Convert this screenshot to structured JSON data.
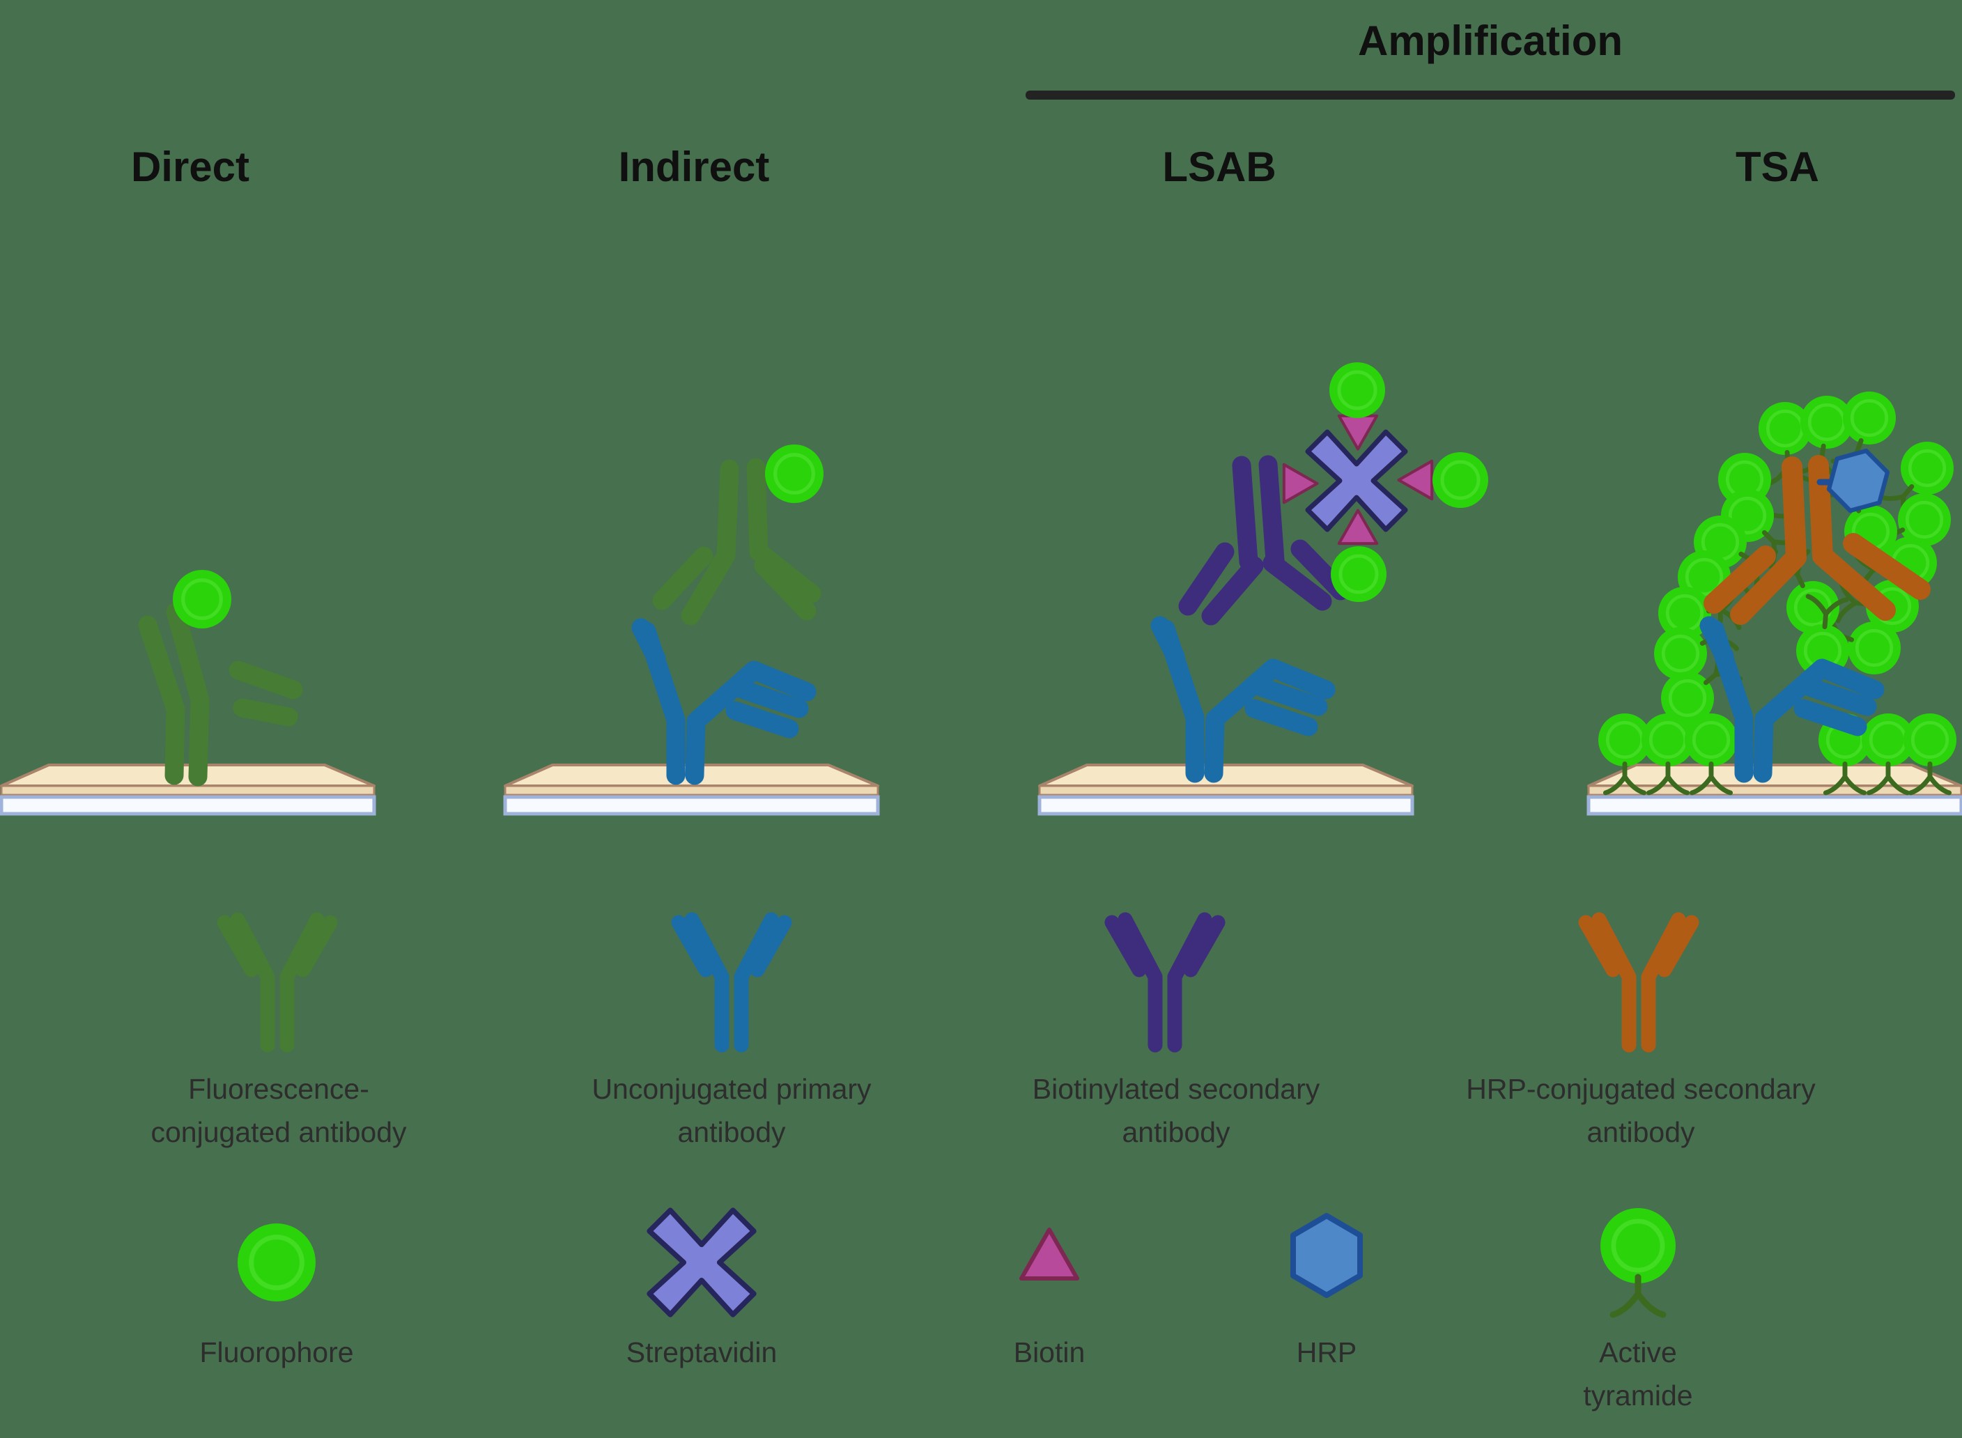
{
  "columns": {
    "direct": "Direct",
    "indirect": "Indirect",
    "lsab": "LSAB",
    "tsa": "TSA"
  },
  "amplification": {
    "label": "Amplification"
  },
  "legend_antibodies": [
    {
      "id": "fluorescence-conjugated-antibody",
      "line1": "Fluorescence-",
      "line2": "conjugated antibody"
    },
    {
      "id": "unconjugated-primary-antibody",
      "line1": "Unconjugated primary",
      "line2": "antibody"
    },
    {
      "id": "biotinylated-secondary-antibody",
      "line1": "Biotinylated secondary",
      "line2": "antibody"
    },
    {
      "id": "hrp-conjugated-secondary-antibody",
      "line1": "HRP-conjugated secondary",
      "line2": "antibody"
    }
  ],
  "legend_molecules": [
    {
      "id": "fluorophore",
      "line1": "Fluorophore",
      "line2": ""
    },
    {
      "id": "streptavidin",
      "line1": "Streptavidin",
      "line2": ""
    },
    {
      "id": "biotin",
      "line1": "Biotin",
      "line2": ""
    },
    {
      "id": "hrp",
      "line1": "HRP",
      "line2": ""
    },
    {
      "id": "active-tyramide",
      "line1": "Active",
      "line2": "tyramide"
    }
  ],
  "palette": {
    "background": "#47704f",
    "text": "#2d2d2d",
    "title": "#101010",
    "divider": "#232323",
    "antibody_green": "#477c34",
    "antibody_blue": "#1a6da7",
    "antibody_purple": "#3e2c7c",
    "antibody_orange": "#b05c14",
    "fluorophore": "#2bd30b",
    "streptavidin_fill": "#7d82d8",
    "streptavidin_stroke": "#26255c",
    "biotin_fill": "#b84a9c",
    "biotin_stroke": "#7e2752",
    "hrp_fill": "#4f88c9",
    "hrp_stroke": "#1e4f96",
    "slide_face": "#f6e7c6",
    "slide_side": "#ecd9b3",
    "slide_edge": "#a9846a",
    "slide_glass": "#f7faff",
    "slide_glass_edge": "#9fb3da",
    "tyramide_stem": "#3c6b20"
  }
}
